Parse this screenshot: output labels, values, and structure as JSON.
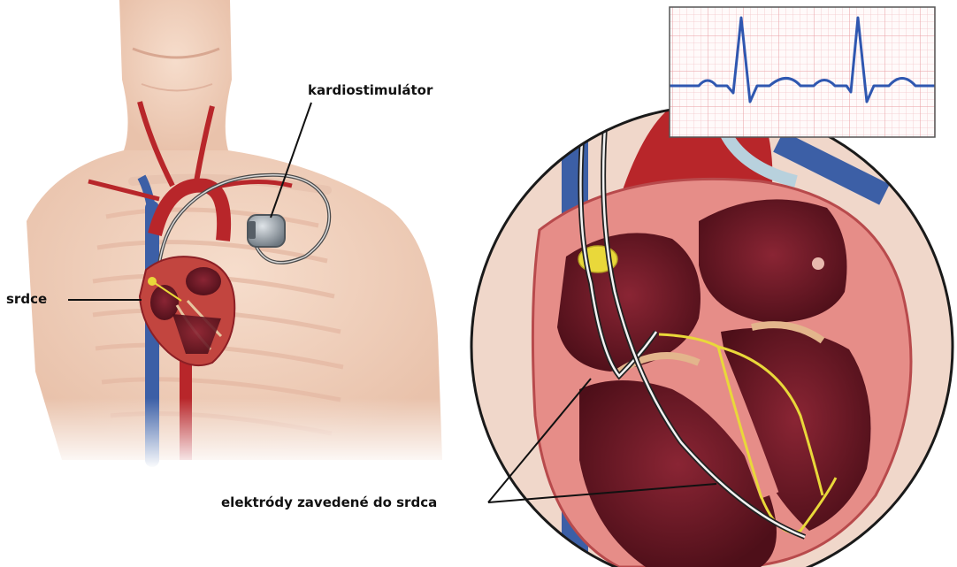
{
  "labels": {
    "pacemaker": "kardiostimulátor",
    "heart": "srdce",
    "electrodes": "elektródy zavedené do srdca"
  },
  "colors": {
    "skin": "#f1d3c0",
    "muscle_red": "#b8262a",
    "heart_dark": "#6e1a24",
    "vein_blue": "#3c5fa6",
    "lead_yellow": "#e9d83a",
    "ecg_line": "#2f57b0",
    "ecg_grid": "#f2b9bd",
    "device_gray": "#9aa3ad"
  },
  "ecg": {
    "waveform": "normal sinus rhythm",
    "beats": 2
  }
}
